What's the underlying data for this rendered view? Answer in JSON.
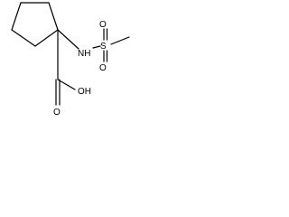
{
  "diagram": {
    "type": "chemical-structure",
    "atom_labels": {
      "nh": "NH",
      "s": "S",
      "o_top": "O",
      "o_bottom": "O",
      "oh": "OH",
      "o_carbonyl": "O"
    }
  }
}
